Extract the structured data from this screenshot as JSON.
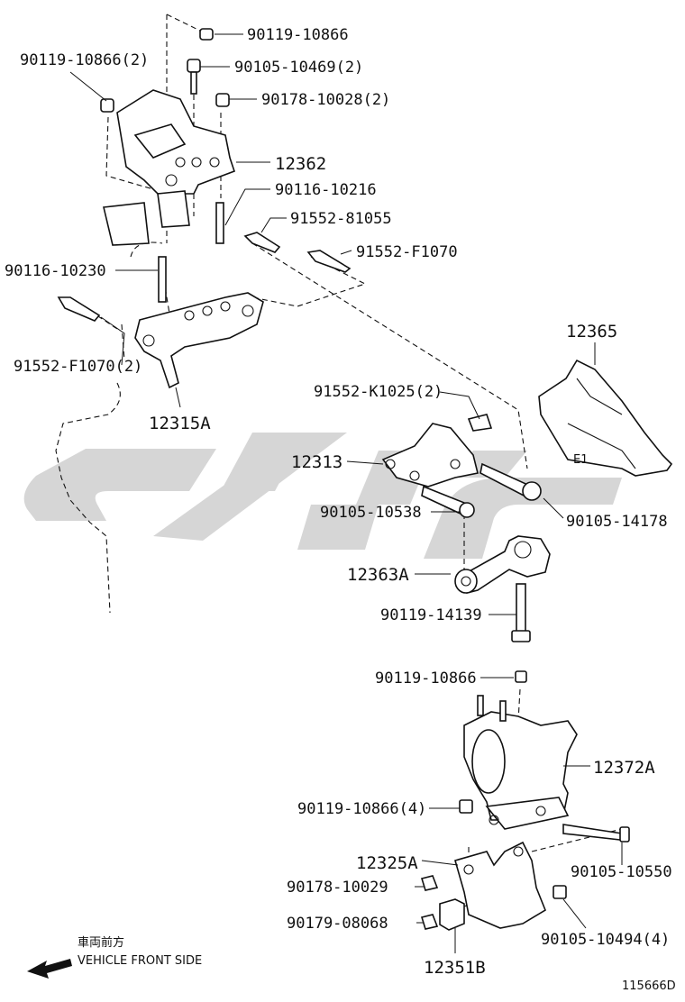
{
  "callouts": [
    {
      "id": "c1",
      "text": "90119-10866"
    },
    {
      "id": "c2",
      "text": "90119-10866(2)"
    },
    {
      "id": "c3",
      "text": "90105-10469(2)"
    },
    {
      "id": "c4",
      "text": "90178-10028(2)"
    },
    {
      "id": "c5",
      "text": "12362"
    },
    {
      "id": "c6",
      "text": "90116-10216"
    },
    {
      "id": "c7",
      "text": "91552-81055"
    },
    {
      "id": "c8",
      "text": "91552-F1070"
    },
    {
      "id": "c9",
      "text": "90116-10230"
    },
    {
      "id": "c10",
      "text": "91552-F1070(2)"
    },
    {
      "id": "c11",
      "text": "12315A"
    },
    {
      "id": "c12",
      "text": "12365"
    },
    {
      "id": "c13",
      "text": "91552-K1025(2)"
    },
    {
      "id": "c14",
      "text": "12313"
    },
    {
      "id": "c15",
      "text": "90105-10538"
    },
    {
      "id": "c16",
      "text": "90105-14178"
    },
    {
      "id": "c17",
      "text": "12363A"
    },
    {
      "id": "c18",
      "text": "90119-14139"
    },
    {
      "id": "c19",
      "text": "90119-10866"
    },
    {
      "id": "c20",
      "text": "12372A"
    },
    {
      "id": "c21",
      "text": "90119-10866(4)"
    },
    {
      "id": "c22",
      "text": "12325A"
    },
    {
      "id": "c23",
      "text": "90105-10550"
    },
    {
      "id": "c24",
      "text": "90178-10029"
    },
    {
      "id": "c25",
      "text": "90179-08068"
    },
    {
      "id": "c26",
      "text": "90105-10494(4)"
    },
    {
      "id": "c27",
      "text": "12351B"
    }
  ],
  "bracket_mark": "E1",
  "footer": {
    "direction_jp": "車両前方",
    "direction_en": "VEHICLE FRONT SIDE",
    "figure_id": "115666D"
  },
  "colors": {
    "ink": "#111111",
    "watermark": "#d6d6d6"
  }
}
